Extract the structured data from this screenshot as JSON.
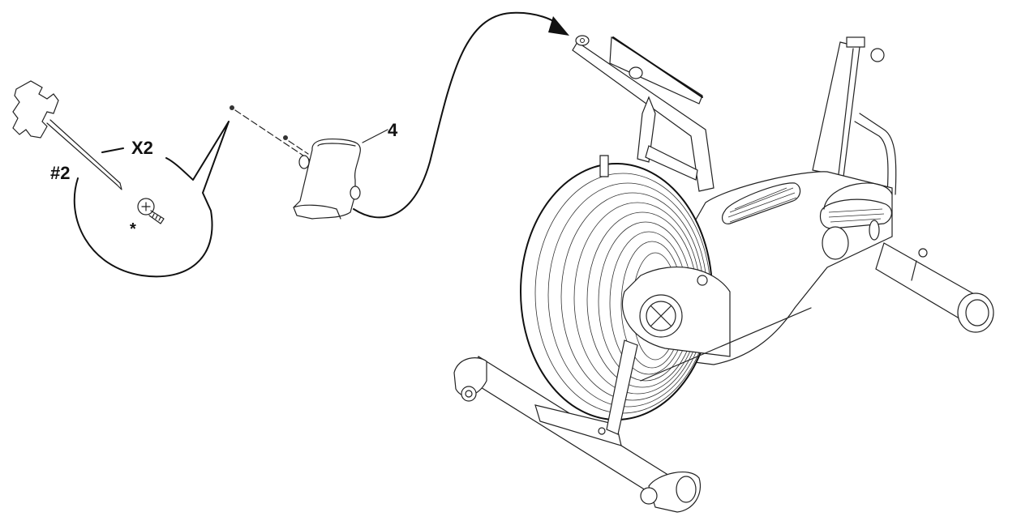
{
  "diagram": {
    "type": "assembly-instruction",
    "subject": "air bike",
    "callout": {
      "quantity_label": "X2",
      "tool_label": "#2",
      "tool": "phillips-screwdriver",
      "hardware": "screw",
      "hardware_note_marker": "*"
    },
    "part": {
      "number_label": "4",
      "name": "holder"
    },
    "arrow": {
      "from": "part-4",
      "to": "left-handlebar-end"
    },
    "colors": {
      "line": "#111111",
      "background": "#ffffff"
    }
  }
}
